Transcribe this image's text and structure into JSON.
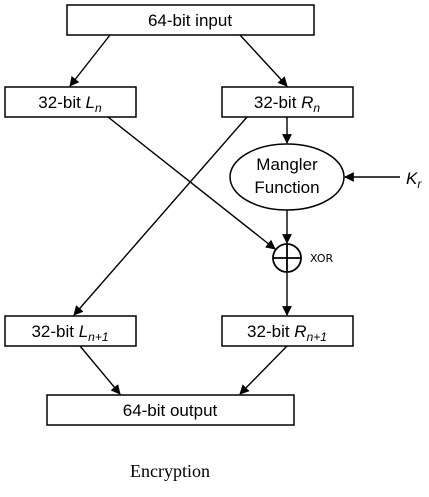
{
  "boxes": {
    "input": "64-bit input",
    "left": {
      "prefix": "32-bit ",
      "var": "L",
      "sub": "n"
    },
    "right": {
      "prefix": "32-bit ",
      "var": "R",
      "sub": "n"
    },
    "left_next": {
      "prefix": "32-bit ",
      "var": "L",
      "sub": "n+1"
    },
    "right_next": {
      "prefix": "32-bit ",
      "var": "R",
      "sub": "n+1"
    },
    "output": "64-bit output"
  },
  "mangler": {
    "line1": "Mangler",
    "line2": "Function"
  },
  "key": {
    "var": "K",
    "sub": "r"
  },
  "xor_label": "XOR",
  "caption": "Encryption"
}
